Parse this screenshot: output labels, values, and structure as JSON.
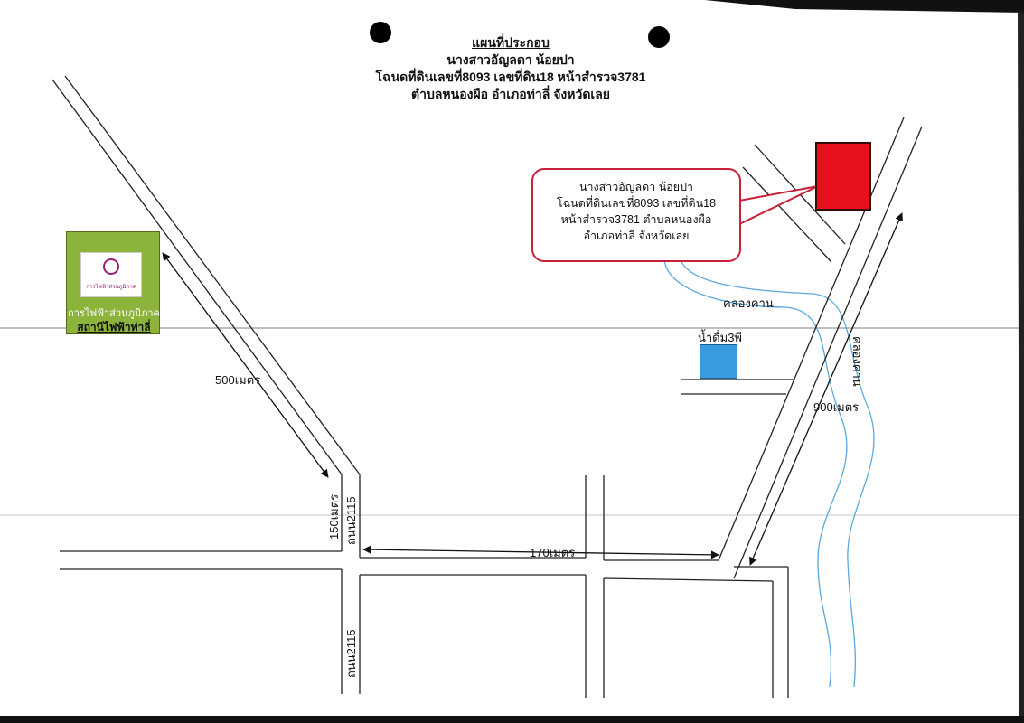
{
  "title": {
    "heading": "แผนที่ประกอบ",
    "owner": "นางสาวอัญลดา น้อยปา",
    "deed": "โฉนดที่ดินเลขที่8093 เลขที่ดิน18 หน้าสำรวจ3781",
    "location": "ตำบลหนองผือ อำเภอท่าลี่ จังหวัดเลย"
  },
  "callout": {
    "line1": "นางสาวอัญลดา น้อยปา",
    "line2": "โฉนดที่ดินเลขที่8093 เลขที่ดิน18",
    "line3": "หน้าสำรวจ3781 ตำบลหนองผือ",
    "line4": "อำเภอท่าลี่ จังหวัดเลย"
  },
  "landmarks": {
    "station_logo_text": "การไฟฟ้าส่วนภูมิภาค",
    "station_name1": "การไฟฟ้าส่วนภูมิภาค",
    "station_name2": "สถานีไฟฟ้าท่าลี่",
    "water_plant": "น้ำดื่ม3พี"
  },
  "labels": {
    "canal_horizontal": "คลองคาน",
    "canal_vertical": "คลองคาน",
    "dist_500": "500เมตร",
    "dist_150": "150เมตร",
    "dist_170": "170เมตร",
    "dist_900": "900เมตร",
    "road_upper": "ถนน2115",
    "road_lower": "ถนน2115"
  },
  "colors": {
    "land_parcel": "#e8101c",
    "callout_border": "#c8213a",
    "station_bg": "#8cb43a",
    "water_plant": "#3a9ce0",
    "canal": "#5aa9dc",
    "road": "#222222"
  }
}
